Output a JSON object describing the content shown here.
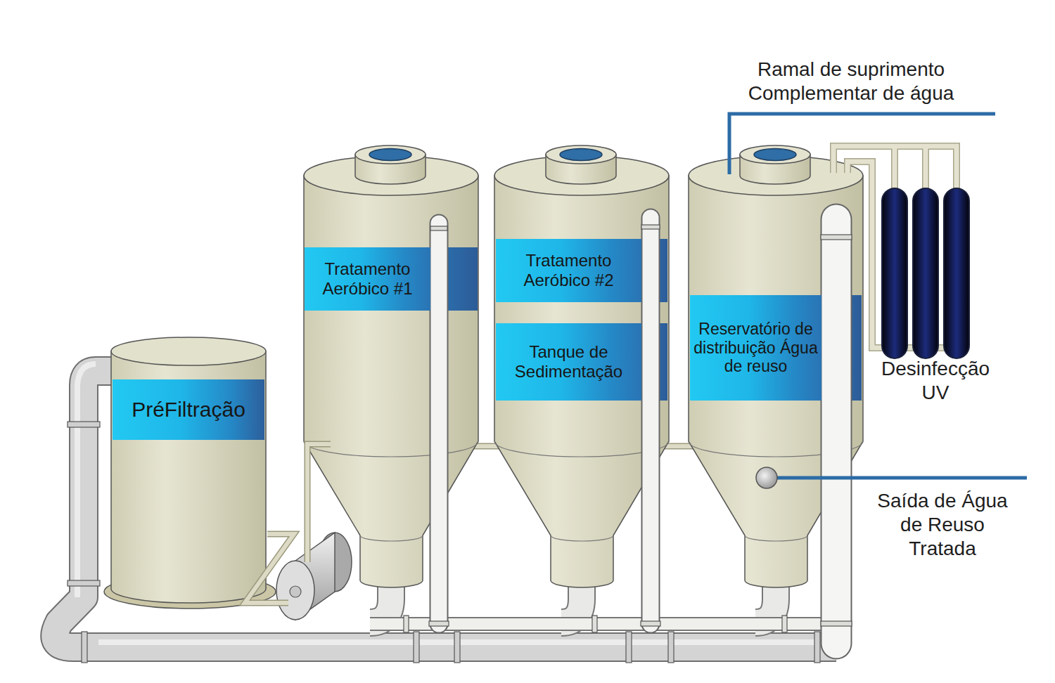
{
  "diagram": {
    "nodes": [
      {
        "text": [
          "PréFiltração"
        ]
      },
      {
        "text": [
          "Tratamento Aeróbico #1"
        ]
      },
      {
        "text": [
          "Tratamento Aeróbico #2"
        ]
      },
      {
        "text": [
          "Tanque de Sedimentação"
        ]
      },
      {
        "text": [
          "Reservatório de distribuição Água de reuso"
        ]
      }
    ],
    "labels": [
      "Ramal de suprimento Complementar de água",
      "Desinfecção UV",
      "Saída de Água de Reuso Tratada"
    ]
  }
}
